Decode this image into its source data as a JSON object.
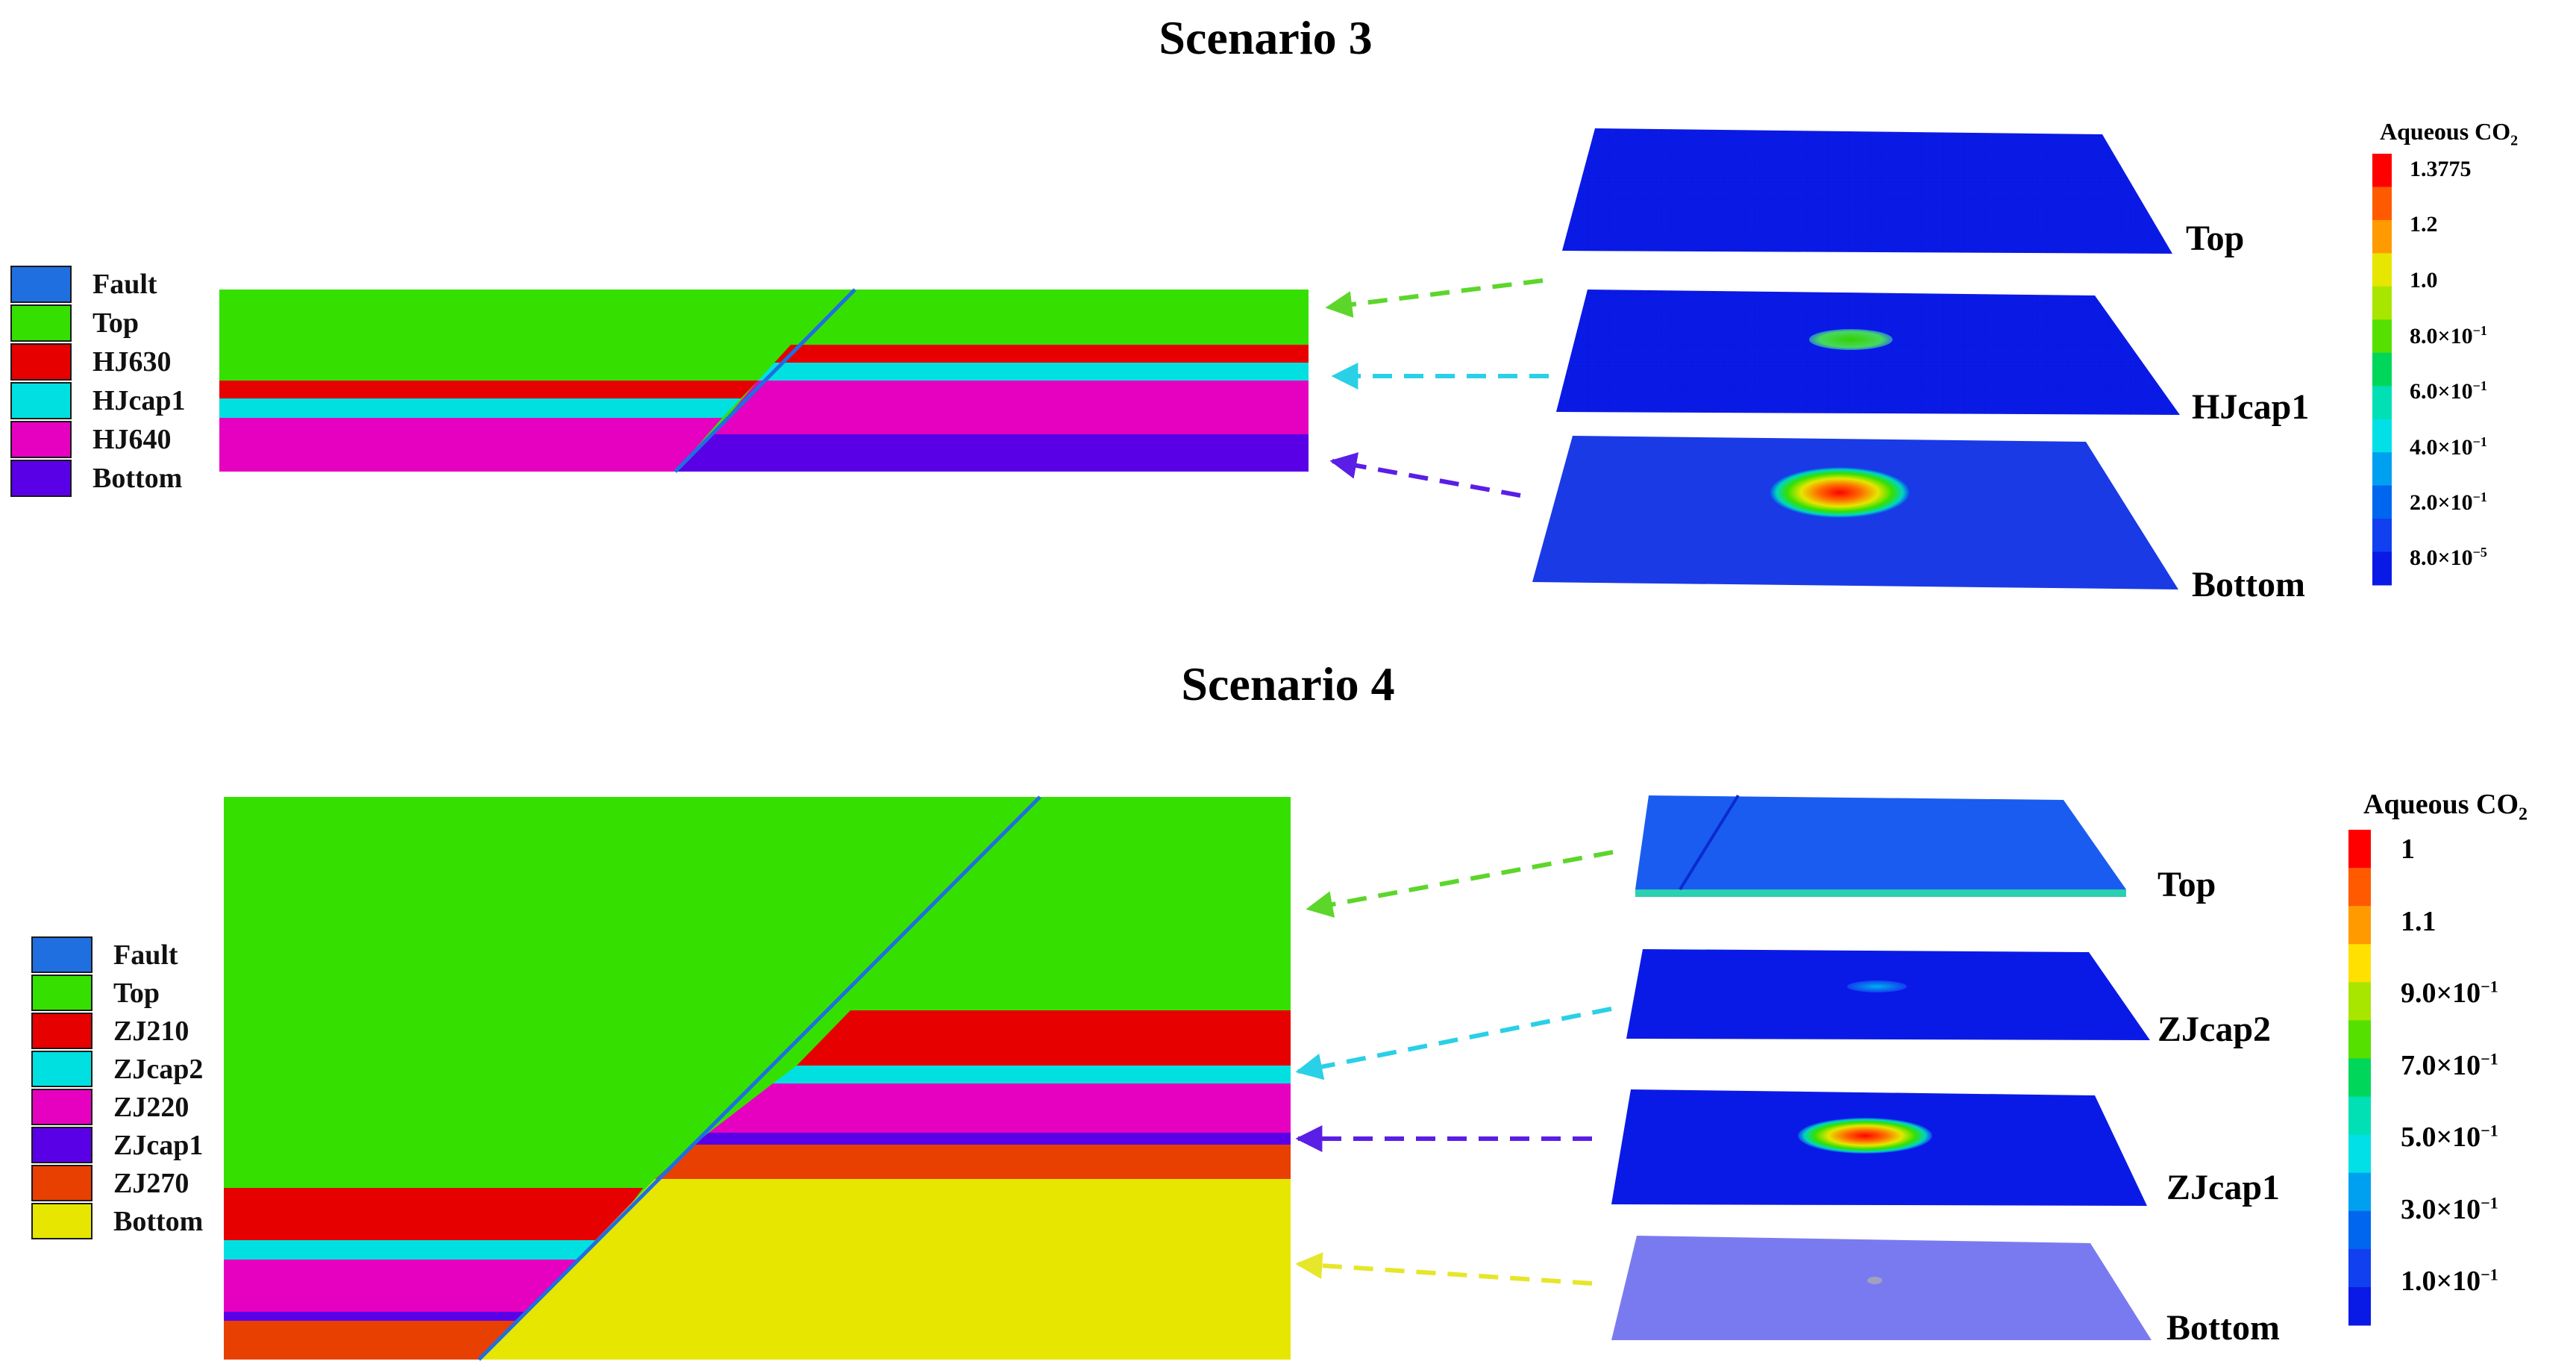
{
  "scenario3": {
    "title": "Scenario 3",
    "legend": [
      {
        "label": "Fault",
        "color": "#1f6fe0"
      },
      {
        "label": "Top",
        "color": "#35e000"
      },
      {
        "label": "HJ630",
        "color": "#e60000"
      },
      {
        "label": "HJcap1",
        "color": "#00e0e0"
      },
      {
        "label": "HJ640",
        "color": "#e600c0"
      },
      {
        "label": "Bottom",
        "color": "#5a00e6"
      }
    ],
    "planes": [
      "Top",
      "HJcap1",
      "Bottom"
    ],
    "colorbar": {
      "title_main": "Aqueous CO",
      "title_sub": "2",
      "ticks": [
        {
          "mant": "1.3775",
          "exp": ""
        },
        {
          "mant": "1.2",
          "exp": ""
        },
        {
          "mant": "1.0",
          "exp": ""
        },
        {
          "mant": "8.0×10",
          "exp": "−1"
        },
        {
          "mant": "6.0×10",
          "exp": "−1"
        },
        {
          "mant": "4.0×10",
          "exp": "−1"
        },
        {
          "mant": "2.0×10",
          "exp": "−1"
        },
        {
          "mant": "8.0×10",
          "exp": "−5"
        }
      ]
    }
  },
  "scenario4": {
    "title": "Scenario 4",
    "legend": [
      {
        "label": "Fault",
        "color": "#1f6fe0"
      },
      {
        "label": "Top",
        "color": "#35e000"
      },
      {
        "label": "ZJ210",
        "color": "#e60000"
      },
      {
        "label": "ZJcap2",
        "color": "#00e0e0"
      },
      {
        "label": "ZJ220",
        "color": "#e600c0"
      },
      {
        "label": "ZJcap1",
        "color": "#5a00e6"
      },
      {
        "label": "ZJ270",
        "color": "#e84000"
      },
      {
        "label": "Bottom",
        "color": "#e6e600"
      }
    ],
    "planes": [
      "Top",
      "ZJcap2",
      "ZJcap1",
      "Bottom"
    ],
    "colorbar": {
      "title_main": "Aqueous CO",
      "title_sub": "2",
      "ticks": [
        {
          "mant": "1",
          "exp": ""
        },
        {
          "mant": "1.1",
          "exp": ""
        },
        {
          "mant": "9.0×10",
          "exp": "−1"
        },
        {
          "mant": "7.0×10",
          "exp": "−1"
        },
        {
          "mant": "5.0×10",
          "exp": "−1"
        },
        {
          "mant": "3.0×10",
          "exp": "−1"
        },
        {
          "mant": "1.0×10",
          "exp": "−1"
        }
      ]
    }
  },
  "colors": {
    "fault": "#1f6fe0",
    "plane_blue": "#0a1ae6",
    "plane_light": "#7a7af0",
    "arrow_green": "#5cd62a",
    "arrow_cyan": "#2ad0e6",
    "arrow_purple": "#5a1ee6",
    "arrow_yellow": "#e6e62a",
    "colorbar_s3": [
      "#ff0000",
      "#ff5a00",
      "#ff9a00",
      "#e6e600",
      "#a8e600",
      "#56e000",
      "#00d65a",
      "#00e0b4",
      "#00e0e6",
      "#00a0f0",
      "#0066f0",
      "#1040f0",
      "#0a1ae6"
    ],
    "colorbar_s4": [
      "#ff0000",
      "#ff5a00",
      "#ff9a00",
      "#ffe000",
      "#a8e600",
      "#56e000",
      "#00d65a",
      "#00e0b4",
      "#00e0e6",
      "#00a0f0",
      "#0066f0",
      "#1040f0",
      "#0a1ae6"
    ]
  }
}
